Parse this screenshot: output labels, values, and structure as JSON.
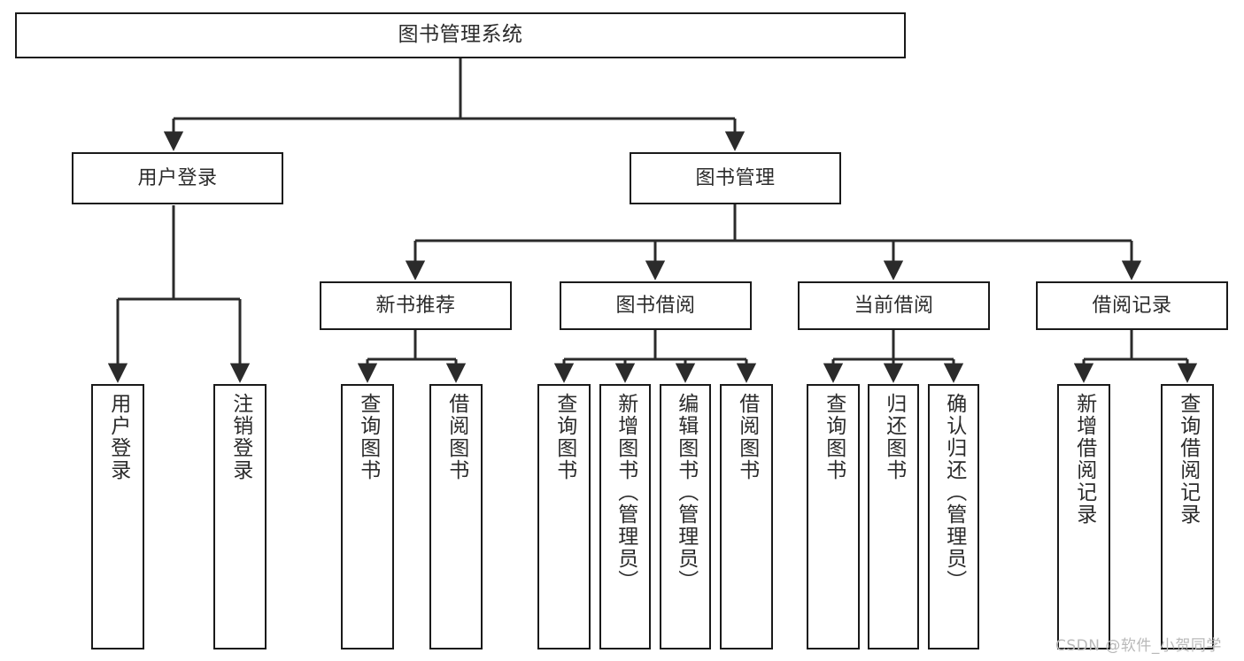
{
  "diagram": {
    "title": "图书管理系统",
    "type": "tree",
    "orientation": "top-down",
    "colors": {
      "box_border": "#1a1a1a",
      "box_fill": "#ffffff",
      "connector": "#2b2b2b",
      "text": "#2b2b2b",
      "watermark": "#b9b9b9",
      "background": "#ffffff"
    },
    "root": {
      "id": "root",
      "label": "图书管理系统",
      "text_orientation": "horizontal"
    },
    "level2": [
      {
        "id": "user-login",
        "label": "用户登录",
        "text_orientation": "horizontal"
      },
      {
        "id": "book-manage",
        "label": "图书管理",
        "text_orientation": "horizontal"
      }
    ],
    "level3": [
      {
        "id": "new-book-recommend",
        "label": "新书推荐",
        "parent": "book-manage",
        "text_orientation": "horizontal"
      },
      {
        "id": "book-borrow",
        "label": "图书借阅",
        "parent": "book-manage",
        "text_orientation": "horizontal"
      },
      {
        "id": "current-borrow",
        "label": "当前借阅",
        "parent": "book-manage",
        "text_orientation": "horizontal"
      },
      {
        "id": "borrow-record",
        "label": "借阅记录",
        "parent": "book-manage",
        "text_orientation": "horizontal"
      }
    ],
    "leaves": [
      {
        "id": "leaf-user-login",
        "label": "用户登录",
        "parent": "user-login",
        "text_orientation": "vertical"
      },
      {
        "id": "leaf-logout-login",
        "label": "注销登录",
        "parent": "user-login",
        "text_orientation": "vertical"
      },
      {
        "id": "leaf-query-book-1",
        "label": "查询图书",
        "parent": "new-book-recommend",
        "text_orientation": "vertical"
      },
      {
        "id": "leaf-borrow-book-1",
        "label": "借阅图书",
        "parent": "new-book-recommend",
        "text_orientation": "vertical"
      },
      {
        "id": "leaf-query-book-2",
        "label": "查询图书",
        "parent": "book-borrow",
        "text_orientation": "vertical"
      },
      {
        "id": "leaf-add-book-admin",
        "label": "新增图书（管理员）",
        "parent": "book-borrow",
        "text_orientation": "vertical"
      },
      {
        "id": "leaf-edit-book-admin",
        "label": "编辑图书（管理员）",
        "parent": "book-borrow",
        "text_orientation": "vertical"
      },
      {
        "id": "leaf-borrow-book-2",
        "label": "借阅图书",
        "parent": "book-borrow",
        "text_orientation": "vertical"
      },
      {
        "id": "leaf-query-book-3",
        "label": "查询图书",
        "parent": "current-borrow",
        "text_orientation": "vertical"
      },
      {
        "id": "leaf-return-book",
        "label": "归还图书",
        "parent": "current-borrow",
        "text_orientation": "vertical"
      },
      {
        "id": "leaf-confirm-return-admin",
        "label": "确认归还（管理员）",
        "parent": "current-borrow",
        "text_orientation": "vertical"
      },
      {
        "id": "leaf-add-borrow-record",
        "label": "新增借阅记录",
        "parent": "borrow-record",
        "text_orientation": "vertical"
      },
      {
        "id": "leaf-query-borrow-record",
        "label": "查询借阅记录",
        "parent": "borrow-record",
        "text_orientation": "vertical"
      }
    ]
  },
  "watermark": {
    "text": "CSDN @软件_小贺同学"
  }
}
